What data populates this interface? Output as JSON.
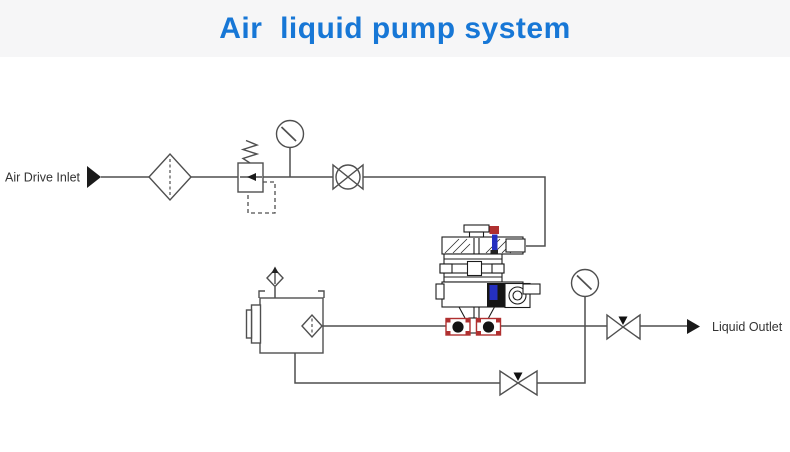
{
  "header": {
    "title": "Air  liquid pump system"
  },
  "diagram": {
    "labels": {
      "air_drive_inlet": "Air Drive Inlet",
      "liquid_outlet": "Liquid Outlet"
    },
    "colors": {
      "title_blue": "#1777d6",
      "header_background": "#f6f6f7",
      "schematic_line": "#4f4f4f",
      "pump_outline": "#1c1c1c",
      "fitting_red": "#b03030",
      "fitting_blue": "#2530c0",
      "solid_black": "#1a1a1a"
    },
    "components": [
      "air-drive-inlet-arrow",
      "air-line-filter",
      "pressure-regulator-with-spring-and-pilot-line",
      "air-pressure-gauge",
      "air-shutoff-ball-valve",
      "air-driven-pump-assembly",
      "pump-inlet-check-valve",
      "pump-outlet-check-valve",
      "liquid-reservoir-tank",
      "tank-breather-filter",
      "tank-level-gauge",
      "suction-filter",
      "liquid-pressure-gauge",
      "outlet-needle-valve",
      "recirculation-needle-valve",
      "liquid-outlet-arrow"
    ]
  }
}
